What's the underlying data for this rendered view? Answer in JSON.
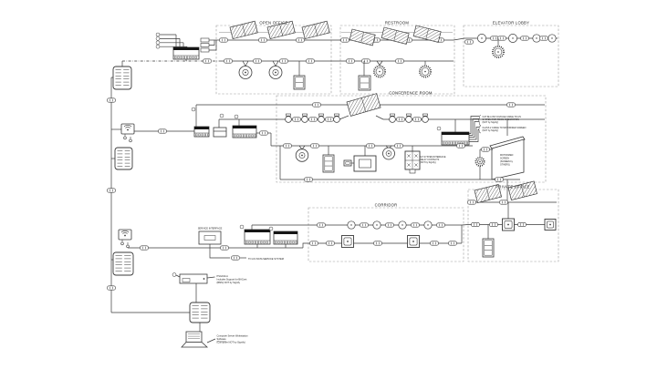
{
  "zones": {
    "open_office": "OPEN OFFICE",
    "restroom": "RESTROOM",
    "elevator_lobby": "ELEVATOR LOBBY",
    "conference_room": "CONFERENCE ROOM",
    "private_office": "PRIVATE OFFICE",
    "corridor": "CORRIDOR"
  },
  "notes": {
    "av": {
      "l1": "CAT 5E LOW VOLTAGE CABLE TO A/V",
      "l2": "SYSTEM FOR ROOM INTEGRATION",
      "l3": "(NOT by Signify)"
    },
    "shade": {
      "l1": "CLASS 2 CABLE TO MOTORIZED SCREEN",
      "l2": "(NOT by Signify)"
    },
    "relay": {
      "l1": "A/V SYSTEM INTERFACE",
      "l2": "RELAY CONTACTS",
      "l3": "(NOT by Signify)"
    },
    "screen": {
      "l1": "MOTORIZED",
      "l2": "SCREEN",
      "l3": "(SCREEN by",
      "l4": "OTHERS)"
    },
    "service_interface": "SERVICE INTERFACE",
    "service_system": "TO A/V DATA SERVICE SYSTEM",
    "bacnet": {
      "l1": "PSG013-A",
      "l2": "Includes Support for BACnet",
      "l3": "(BMS) NOT by Signify"
    },
    "workstation": {
      "l1": "Computer Server Workstation",
      "l2": "Software",
      "l3": "(Computer NOT by Signify)"
    }
  }
}
